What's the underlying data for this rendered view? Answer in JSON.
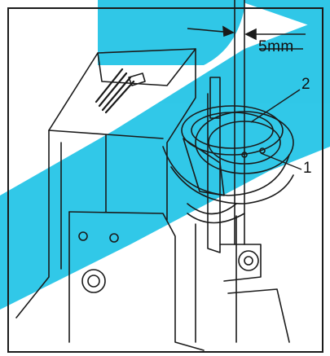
{
  "dimension_label": "5mm",
  "callouts": [
    "2",
    "1"
  ],
  "colors": {
    "watermark_blue": "#1fc3e6",
    "line": "#1a1a1a",
    "background": "#ffffff"
  }
}
